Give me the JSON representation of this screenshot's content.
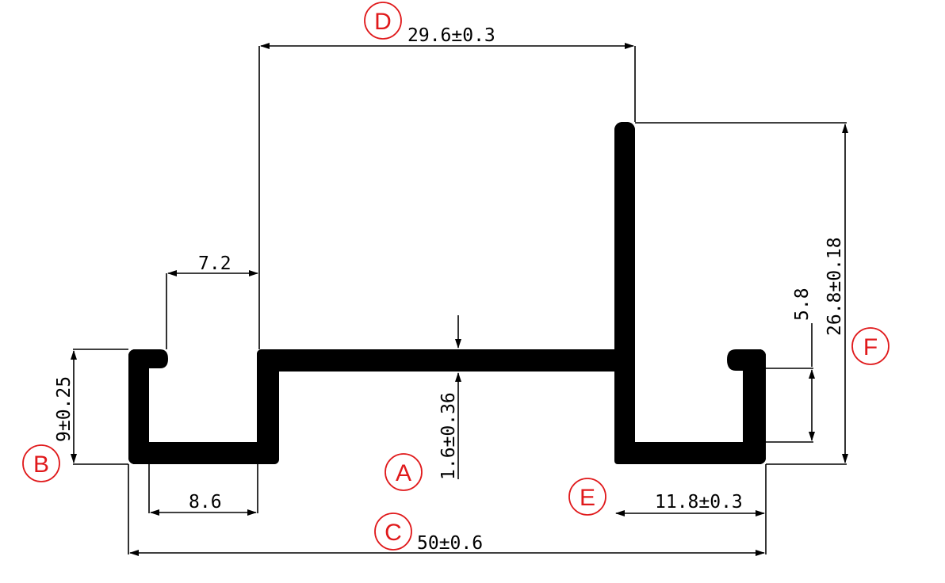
{
  "callouts": {
    "A": "A",
    "B": "B",
    "C": "C",
    "D": "D",
    "E": "E",
    "F": "F"
  },
  "dimensions": {
    "d": "29.6±0.3",
    "top_left_gap": "7.2",
    "thickness": "1.6±0.36",
    "left_height": "9±0.25",
    "left_channel": "8.6",
    "overall_width": "50±0.6",
    "right_channel": "11.8±0.3",
    "right_lip": "5.8",
    "right_height": "26.8±0.18"
  },
  "colors": {
    "callout": "#e0191b",
    "profile": "#000000",
    "background": "#ffffff"
  }
}
